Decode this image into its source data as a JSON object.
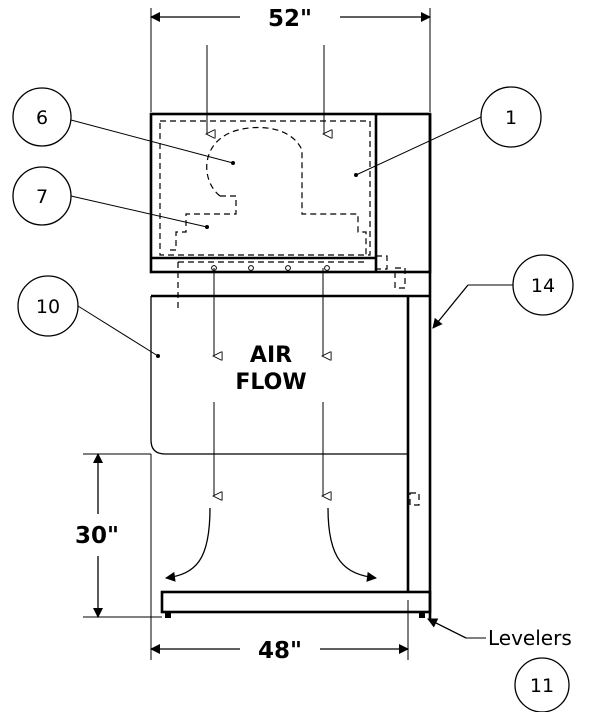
{
  "dimensions": {
    "top_width": "52\"",
    "bottom_width": "48\"",
    "work_height": "30\""
  },
  "callouts": {
    "c1": "1",
    "c6": "6",
    "c7": "7",
    "c10": "10",
    "c11": "11",
    "c14": "14"
  },
  "airflow": {
    "line1": "AIR",
    "line2": "FLOW"
  },
  "levelers_label": "Levelers"
}
